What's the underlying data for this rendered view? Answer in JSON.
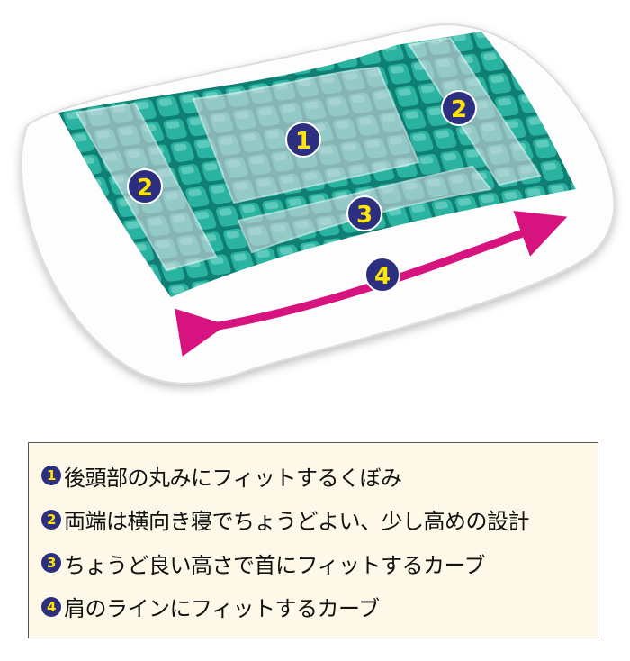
{
  "colors": {
    "badge": "#2c2f7f",
    "badge_text": "#ffe600",
    "gel": "#1a9e8f",
    "arrow": "#d6137e",
    "legend_bg": "#fdf8e7"
  },
  "badges": {
    "b1": "1",
    "b2a": "2",
    "b2b": "2",
    "b3": "3",
    "b4": "4"
  },
  "legend": [
    {
      "num": "1",
      "text": "後頭部の丸みにフィットするくぼみ"
    },
    {
      "num": "2",
      "text": "両端は横向き寝でちょうどよい、少し高めの設計"
    },
    {
      "num": "3",
      "text": "ちょうど良い高さで首にフィットするカーブ"
    },
    {
      "num": "4",
      "text": "肩のラインにフィットするカーブ"
    }
  ]
}
